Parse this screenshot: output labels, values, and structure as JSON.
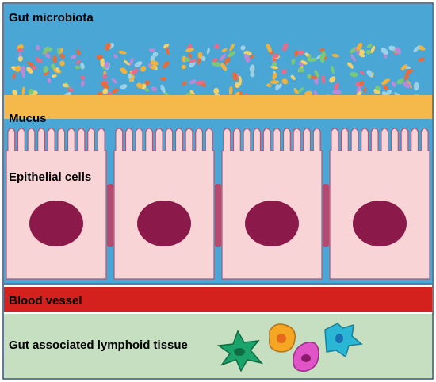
{
  "labels": {
    "microbiota": "Gut microbiota",
    "mucus": "Mucus",
    "epithelial": "Epithelial  cells",
    "blood_vessel": "Blood vessel",
    "galt": "Gut associated lymphoid tissue"
  },
  "colors": {
    "lumen": "#4aa6d4",
    "mucus": "#f5b84a",
    "cell_fill": "#f9d4d6",
    "cell_border": "#a85a7a",
    "nucleus": "#8b1a4a",
    "junction": "#b34a6f",
    "blood_vessel": "#d4211e",
    "galt_bg": "#c5dfc0",
    "dendritic_cell": "#1aa36a",
    "orange_cell": "#f5a623",
    "magenta_cell": "#e054c8",
    "cyan_cell": "#2ab7d6",
    "microbe_palette": [
      "#e86b3a",
      "#f0b23c",
      "#7bc87b",
      "#b98ad6",
      "#e86b8a",
      "#9bd1e6",
      "#f2d06b"
    ]
  },
  "icons": {
    "immune_cells": [
      "dendritic-cell-icon",
      "macrophage-icon",
      "lymphocyte-icon",
      "dendritic-cell-icon"
    ],
    "microbes": "bacteria-cluster-icon"
  },
  "epithelium": {
    "cell_count": 4
  },
  "microbe_clusters": 5
}
